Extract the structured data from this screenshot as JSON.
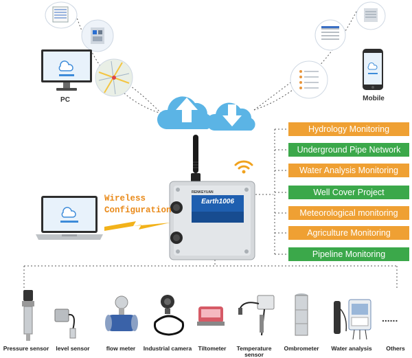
{
  "clients": {
    "pc_label": "PC",
    "mobile_label": "Mobile"
  },
  "device": {
    "brand": "RENKEYUAN",
    "model": "Earth1006"
  },
  "wireless": {
    "line1": "Wireless",
    "line2": "Configuration"
  },
  "applications": [
    {
      "label": "Hydrology Monitoring",
      "color": "orange"
    },
    {
      "label": "Underground Pipe Network",
      "color": "green"
    },
    {
      "label": "Water Analysis Monitoring",
      "color": "orange"
    },
    {
      "label": "Well Cover Project",
      "color": "green"
    },
    {
      "label": "Meteorological monitoring",
      "color": "orange"
    },
    {
      "label": "Agriculture Monitoring",
      "color": "orange"
    },
    {
      "label": "Pipeline Monitoring",
      "color": "green"
    }
  ],
  "sensors": [
    {
      "label": "Pressure sensor",
      "icon": "pressure-sensor-icon"
    },
    {
      "label": "level sensor",
      "icon": "level-sensor-icon"
    },
    {
      "label": "flow meter",
      "icon": "flow-meter-icon"
    },
    {
      "label": "Industrial camera",
      "icon": "camera-icon"
    },
    {
      "label": "Tiltometer",
      "icon": "tiltometer-icon"
    },
    {
      "label": "Temperature sensor",
      "icon": "temperature-sensor-icon"
    },
    {
      "label": "Ombrometer",
      "icon": "ombrometer-icon"
    },
    {
      "label": "Water analysis",
      "icon": "water-analysis-icon"
    },
    {
      "label": "Others",
      "icon": "ellipsis-icon"
    }
  ],
  "ellipsis": "......",
  "colors": {
    "orange": "#efa033",
    "green": "#3ba84a",
    "cloud": "#5bb4e5",
    "wireless_text": "#e98a1a"
  }
}
